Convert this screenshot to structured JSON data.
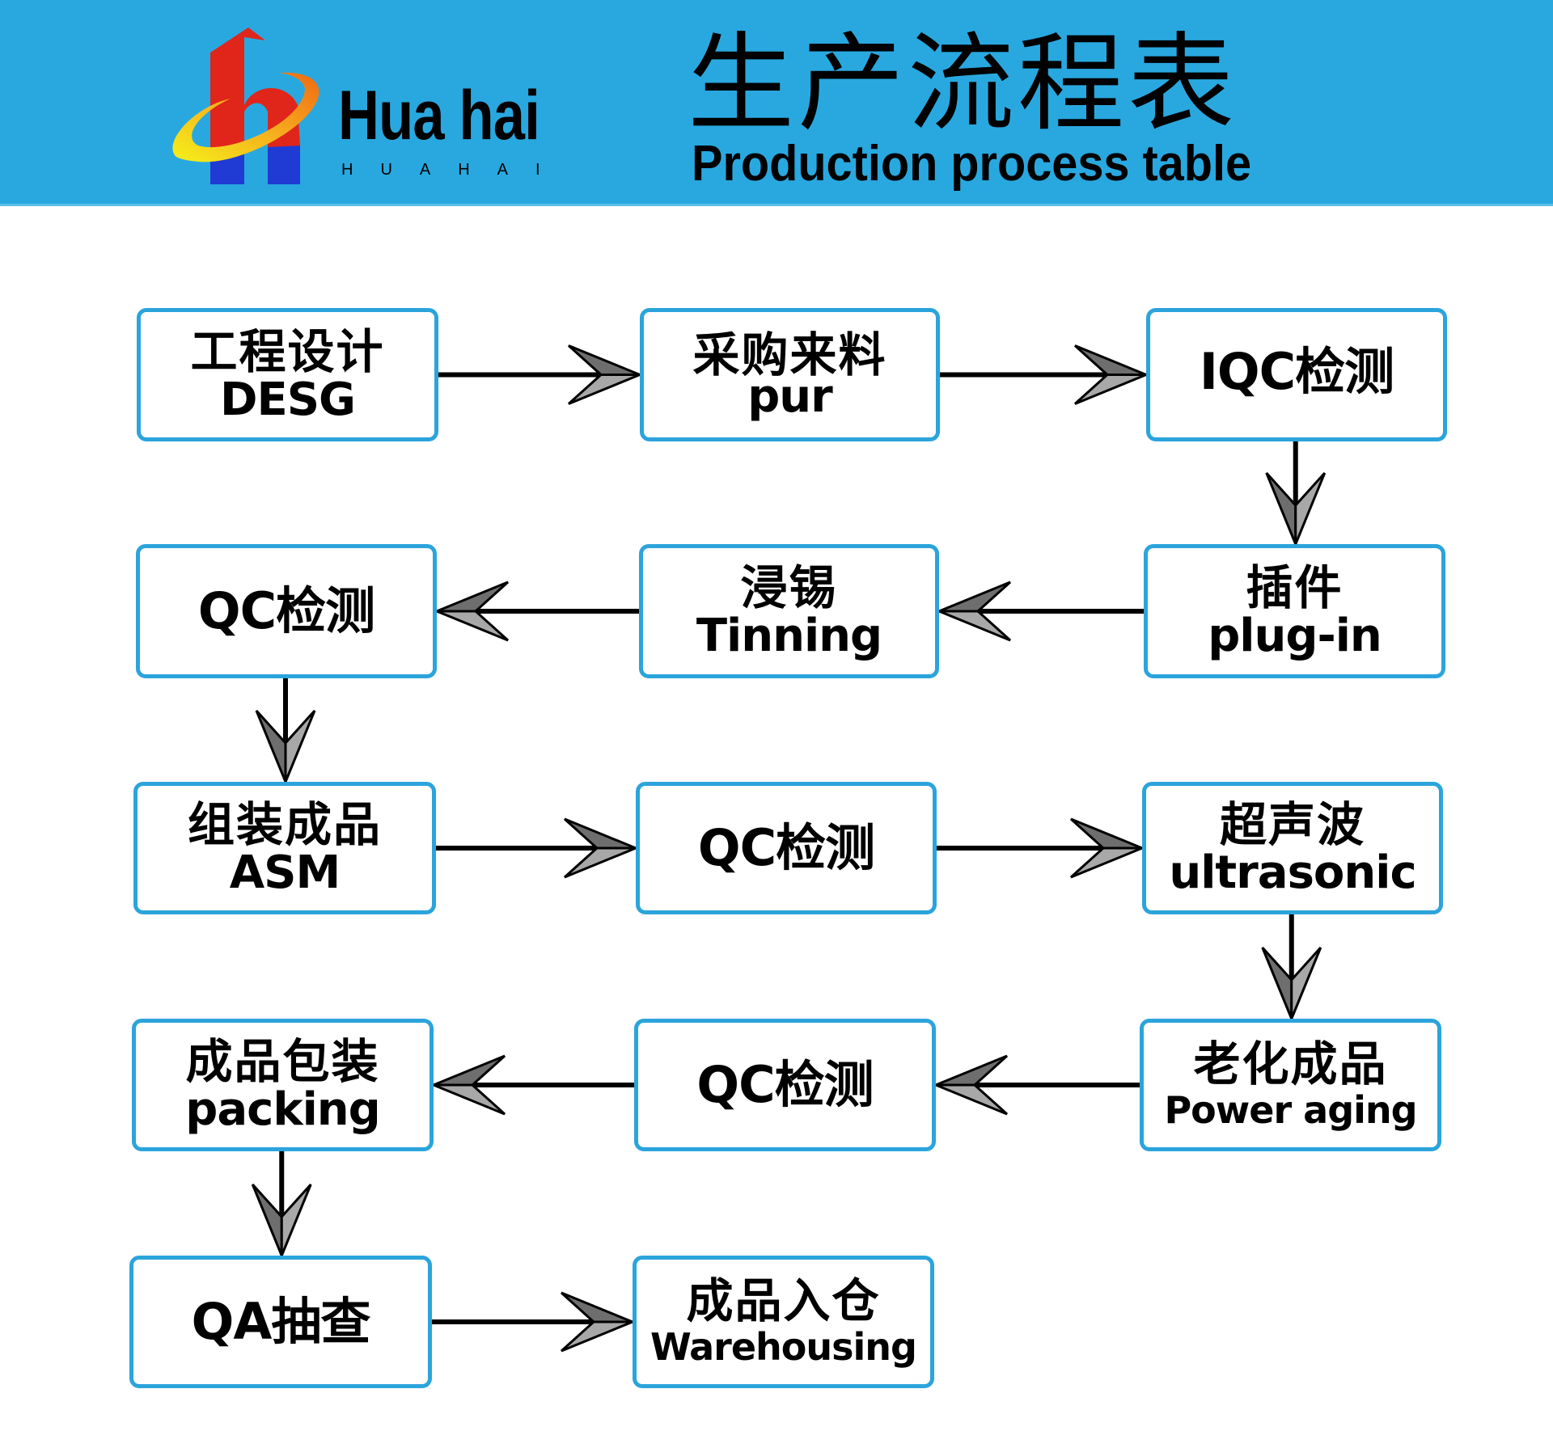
{
  "header": {
    "brand_name": "Hua hai",
    "brand_sub": "HUAHAI",
    "title_cn": "生产流程表",
    "title_en": "Production process table",
    "colors": {
      "banner": "#29a8e0",
      "box_border": "#2ba4dc"
    }
  },
  "logo": {
    "icon": "huahai-h-logo-icon"
  },
  "steps": [
    {
      "id": "design",
      "cn": "工程设计",
      "en": "DESG"
    },
    {
      "id": "purchase",
      "cn": "采购来料",
      "en": "pur"
    },
    {
      "id": "iqc",
      "cn": "IQC检测",
      "en": ""
    },
    {
      "id": "plugin",
      "cn": "插件",
      "en": "plug-in"
    },
    {
      "id": "tinning",
      "cn": "浸锡",
      "en": "Tinning"
    },
    {
      "id": "qc1",
      "cn": "QC检测",
      "en": ""
    },
    {
      "id": "assembly",
      "cn": "组装成品",
      "en": "ASM"
    },
    {
      "id": "qc2",
      "cn": "QC检测",
      "en": ""
    },
    {
      "id": "ultrasonic",
      "cn": "超声波",
      "en": "ultrasonic"
    },
    {
      "id": "aging",
      "cn": "老化成品",
      "en": "Power aging"
    },
    {
      "id": "qc3",
      "cn": "QC检测",
      "en": ""
    },
    {
      "id": "packing",
      "cn": "成品包装",
      "en": "packing"
    },
    {
      "id": "qa",
      "cn": "QA抽查",
      "en": ""
    },
    {
      "id": "warehousing",
      "cn": "成品入仓",
      "en": "Warehousing"
    }
  ],
  "flow": [
    [
      "design",
      "purchase"
    ],
    [
      "purchase",
      "iqc"
    ],
    [
      "iqc",
      "plugin"
    ],
    [
      "plugin",
      "tinning"
    ],
    [
      "tinning",
      "qc1"
    ],
    [
      "qc1",
      "assembly"
    ],
    [
      "assembly",
      "qc2"
    ],
    [
      "qc2",
      "ultrasonic"
    ],
    [
      "ultrasonic",
      "aging"
    ],
    [
      "aging",
      "qc3"
    ],
    [
      "qc3",
      "packing"
    ],
    [
      "packing",
      "qa"
    ],
    [
      "qa",
      "warehousing"
    ]
  ]
}
